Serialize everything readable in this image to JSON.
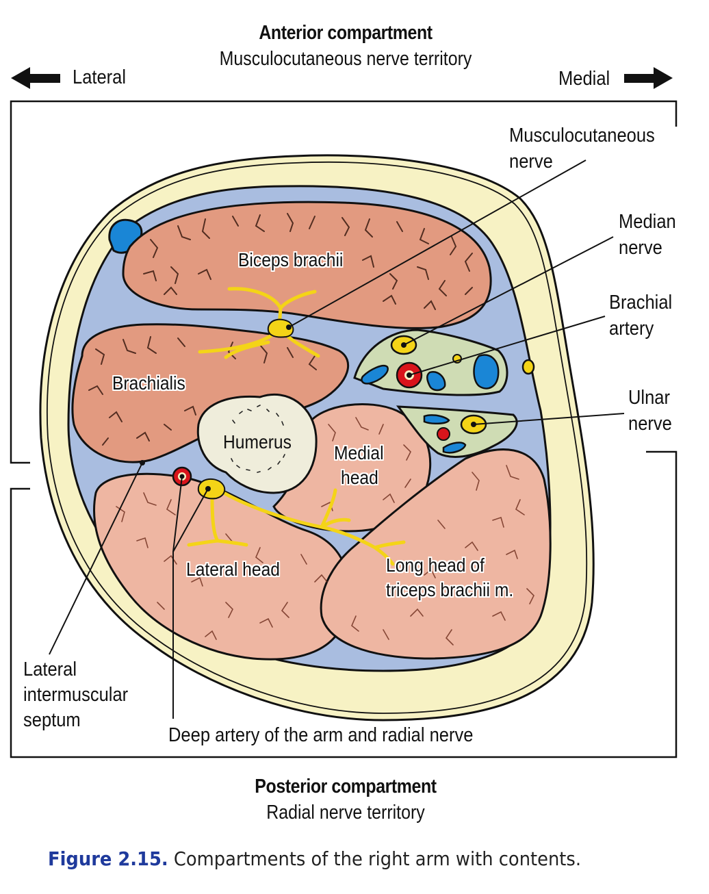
{
  "header": {
    "anterior_title": "Anterior compartment",
    "anterior_subtitle": "Musculocutaneous nerve territory",
    "lateral_label": "Lateral",
    "medial_label": "Medial",
    "lateral_arrow_icon": "arrow-left-icon",
    "medial_arrow_icon": "arrow-right-icon"
  },
  "structures": {
    "biceps": "Biceps brachii",
    "brachialis": "Brachialis",
    "humerus": "Humerus",
    "medial_head_line1": "Medial",
    "medial_head_line2": "head",
    "lateral_head": "Lateral head",
    "long_head_line1": "Long head of",
    "long_head_line2": "triceps brachii m."
  },
  "callouts": {
    "musculocutaneous_line1": "Musculocutaneous",
    "musculocutaneous_line2": "nerve",
    "median_line1": "Median",
    "median_line2": "nerve",
    "brachial_line1": "Brachial",
    "brachial_line2": "artery",
    "ulnar_line1": "Ulnar",
    "ulnar_line2": "nerve",
    "septum_line1": "Lateral",
    "septum_line2": "intermuscular",
    "septum_line3": "septum",
    "deep_artery": "Deep artery of the arm and radial nerve"
  },
  "footer": {
    "posterior_title": "Posterior compartment",
    "posterior_subtitle": "Radial nerve territory",
    "figure_number": "Figure 2.15.",
    "figure_caption": " Compartments of the right arm with contents."
  },
  "colors": {
    "skin_fat": "#f7f2c4",
    "fascia": "#a9bde0",
    "muscle_anterior": "#e29a80",
    "muscle_posterior": "#eeb6a2",
    "bone": "#efeddb",
    "neurovascular": "#cfdcb4",
    "nerve": "#f4d417",
    "artery": "#d9141b",
    "vein": "#1a86d6",
    "caption_blue": "#1f3a9c"
  }
}
